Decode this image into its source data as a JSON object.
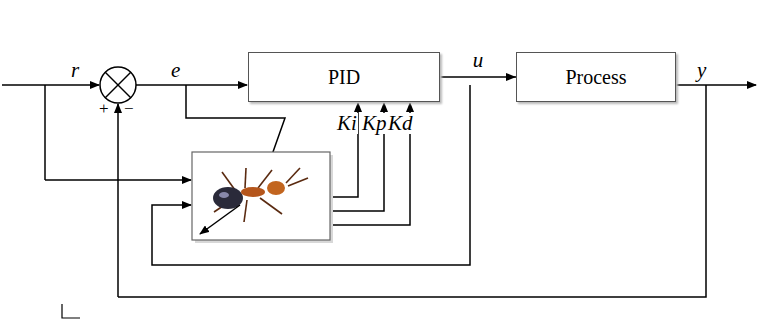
{
  "diagram": {
    "nodes": [
      {
        "text": [
          "PID"
        ]
      },
      {
        "text": [
          "Process"
        ]
      }
    ],
    "edges": [
      {
        "from": 0,
        "to": 1,
        "arrow": "to",
        "label": "u"
      }
    ],
    "labels": [
      "r",
      "+",
      "−",
      "e",
      "Ki",
      "Kp",
      "Kd",
      "y"
    ]
  }
}
